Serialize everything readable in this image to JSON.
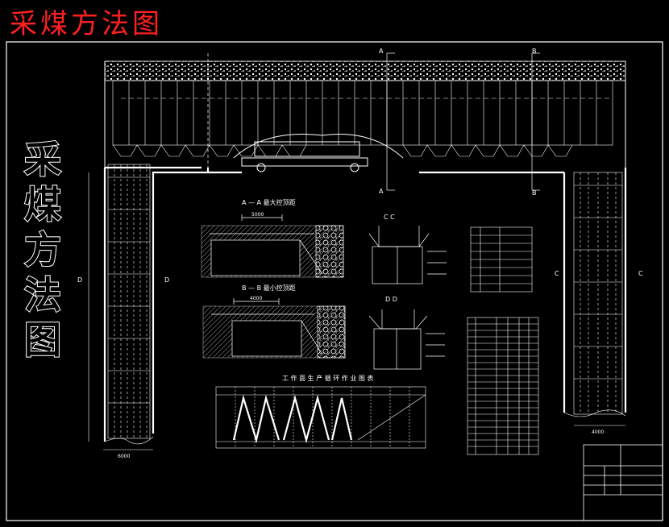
{
  "title": "采煤方法图",
  "vertical_title": [
    "采",
    "煤",
    "方",
    "法",
    "图"
  ],
  "section_markers": {
    "A_top": "A",
    "A_bottom": "A",
    "B_top": "B",
    "B_bottom": "B",
    "C_left": "C",
    "C_right": "C",
    "D_left": "D",
    "D_right": "D"
  },
  "views": {
    "aa_title": "A — A 最大控顶距",
    "bb_title": "B — B 最小控顶距",
    "cc_label": "C  C",
    "dd_label": "D  D",
    "cycle_title": "工 作 面 生 产 循 环 作 业 图 表"
  },
  "dimensions": {
    "left_width": "6000",
    "right_width": "4000",
    "aa_width": "5000",
    "bb_width": "4000"
  },
  "colors": {
    "line": "#ffffff",
    "title": "#ff2020",
    "background": "#000000"
  }
}
